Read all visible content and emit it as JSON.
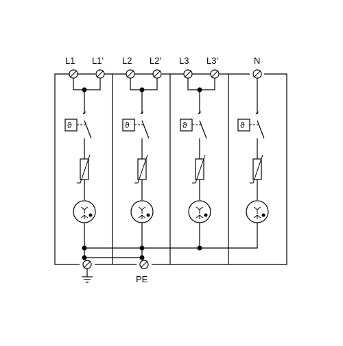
{
  "diagram": {
    "poles": [
      {
        "labels": [
          "L1",
          "L1'"
        ],
        "thermal_symbol": "ϑ"
      },
      {
        "labels": [
          "L2",
          "L2'"
        ],
        "thermal_symbol": "ϑ"
      },
      {
        "labels": [
          "L3",
          "L3'"
        ],
        "thermal_symbol": "ϑ"
      },
      {
        "labels": [
          "N"
        ],
        "thermal_symbol": "ϑ"
      }
    ],
    "bottom_terminals": [
      {
        "label": "",
        "icon": "ground-icon"
      },
      {
        "label": "PE",
        "icon": ""
      }
    ]
  }
}
